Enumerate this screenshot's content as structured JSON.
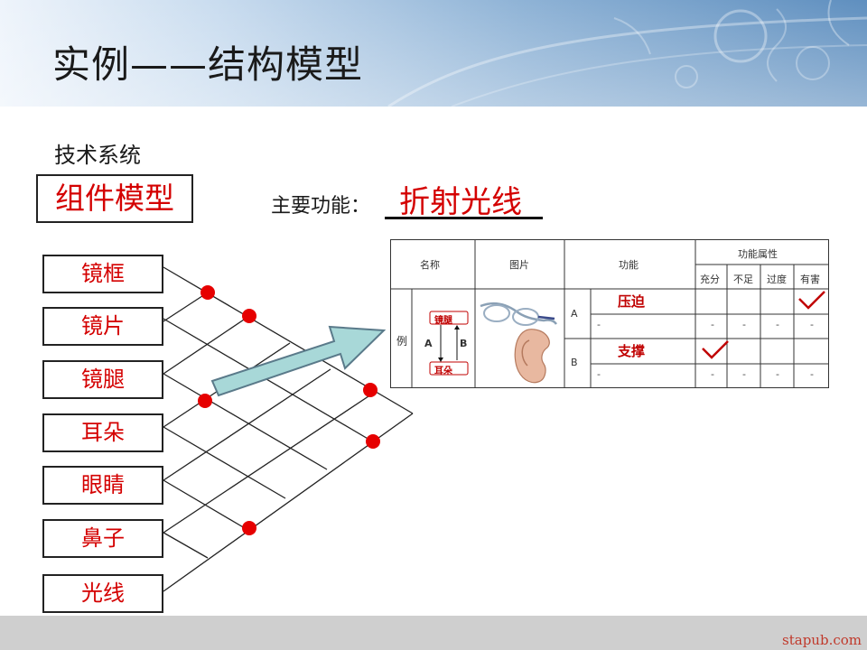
{
  "title": "实例——结构模型",
  "subtitle": "技术系统",
  "model_label": "组件模型",
  "main_function_label": "主要功能：",
  "main_function_value": "折射光线",
  "components": [
    "镜框",
    "镜片",
    "镜腿",
    "耳朵",
    "眼睛",
    "鼻子",
    "光线"
  ],
  "table": {
    "headers": {
      "name": "名称",
      "picture": "图片",
      "function": "功能",
      "attr_group": "功能属性",
      "attrs": [
        "充分",
        "不足",
        "过度",
        "有害"
      ]
    },
    "row_label": "例",
    "diagram": {
      "top": "镜腿",
      "bottom": "耳朵",
      "arrow_a": "A",
      "arrow_b": "B"
    },
    "rows": [
      {
        "key": "A",
        "function": "压迫",
        "check": "有害"
      },
      {
        "key": "B",
        "function": "支撑",
        "check": "充分"
      }
    ],
    "placeholder": "-"
  },
  "watermark": "stapub.com",
  "colors": {
    "accent_red": "#d40000",
    "dot_red": "#e60000",
    "arrow_fill": "#a8d8d8",
    "arrow_stroke": "#5a7a8a"
  }
}
